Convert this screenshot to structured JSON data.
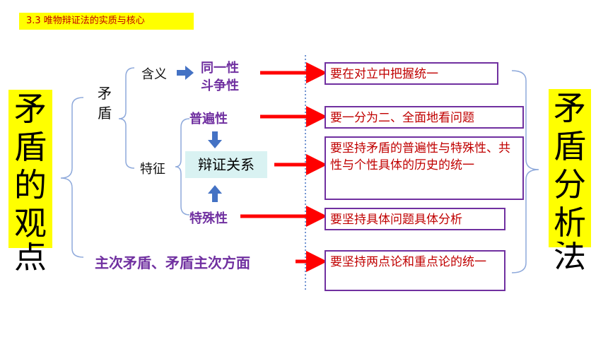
{
  "header": {
    "tag": "3.3 唯物辩证法的实质与核心"
  },
  "left_title": [
    "矛",
    "盾",
    "的",
    "观",
    "点"
  ],
  "right_title": [
    "矛",
    "盾",
    "分",
    "析",
    "法"
  ],
  "node_maodun": [
    "矛",
    "盾"
  ],
  "node_hanyi": "含义",
  "node_tezheng": "特征",
  "node_tongyi": "同一性",
  "node_douzheng": "斗争性",
  "node_pubian": "普遍性",
  "node_bianzheng": "辩证关系",
  "node_teshu": "特殊性",
  "node_zhuci": "主次矛盾、矛盾主次方面",
  "boxes": {
    "b1": "要在对立中把握统一",
    "b2": "要一分为二、全面地看问题",
    "b3": "要坚持矛盾的普遍性与特殊性、共性与个性具体的历史的统一",
    "b4": "要坚持具体问题具体分析",
    "b5": "要坚持两点论和重点论的统一"
  },
  "colors": {
    "yellow": "#ffff00",
    "red": "#c00000",
    "purple": "#7030a0",
    "arrow_red": "#ff0000",
    "arrow_blue": "#4472c4",
    "bracket": "#8ea9db"
  }
}
